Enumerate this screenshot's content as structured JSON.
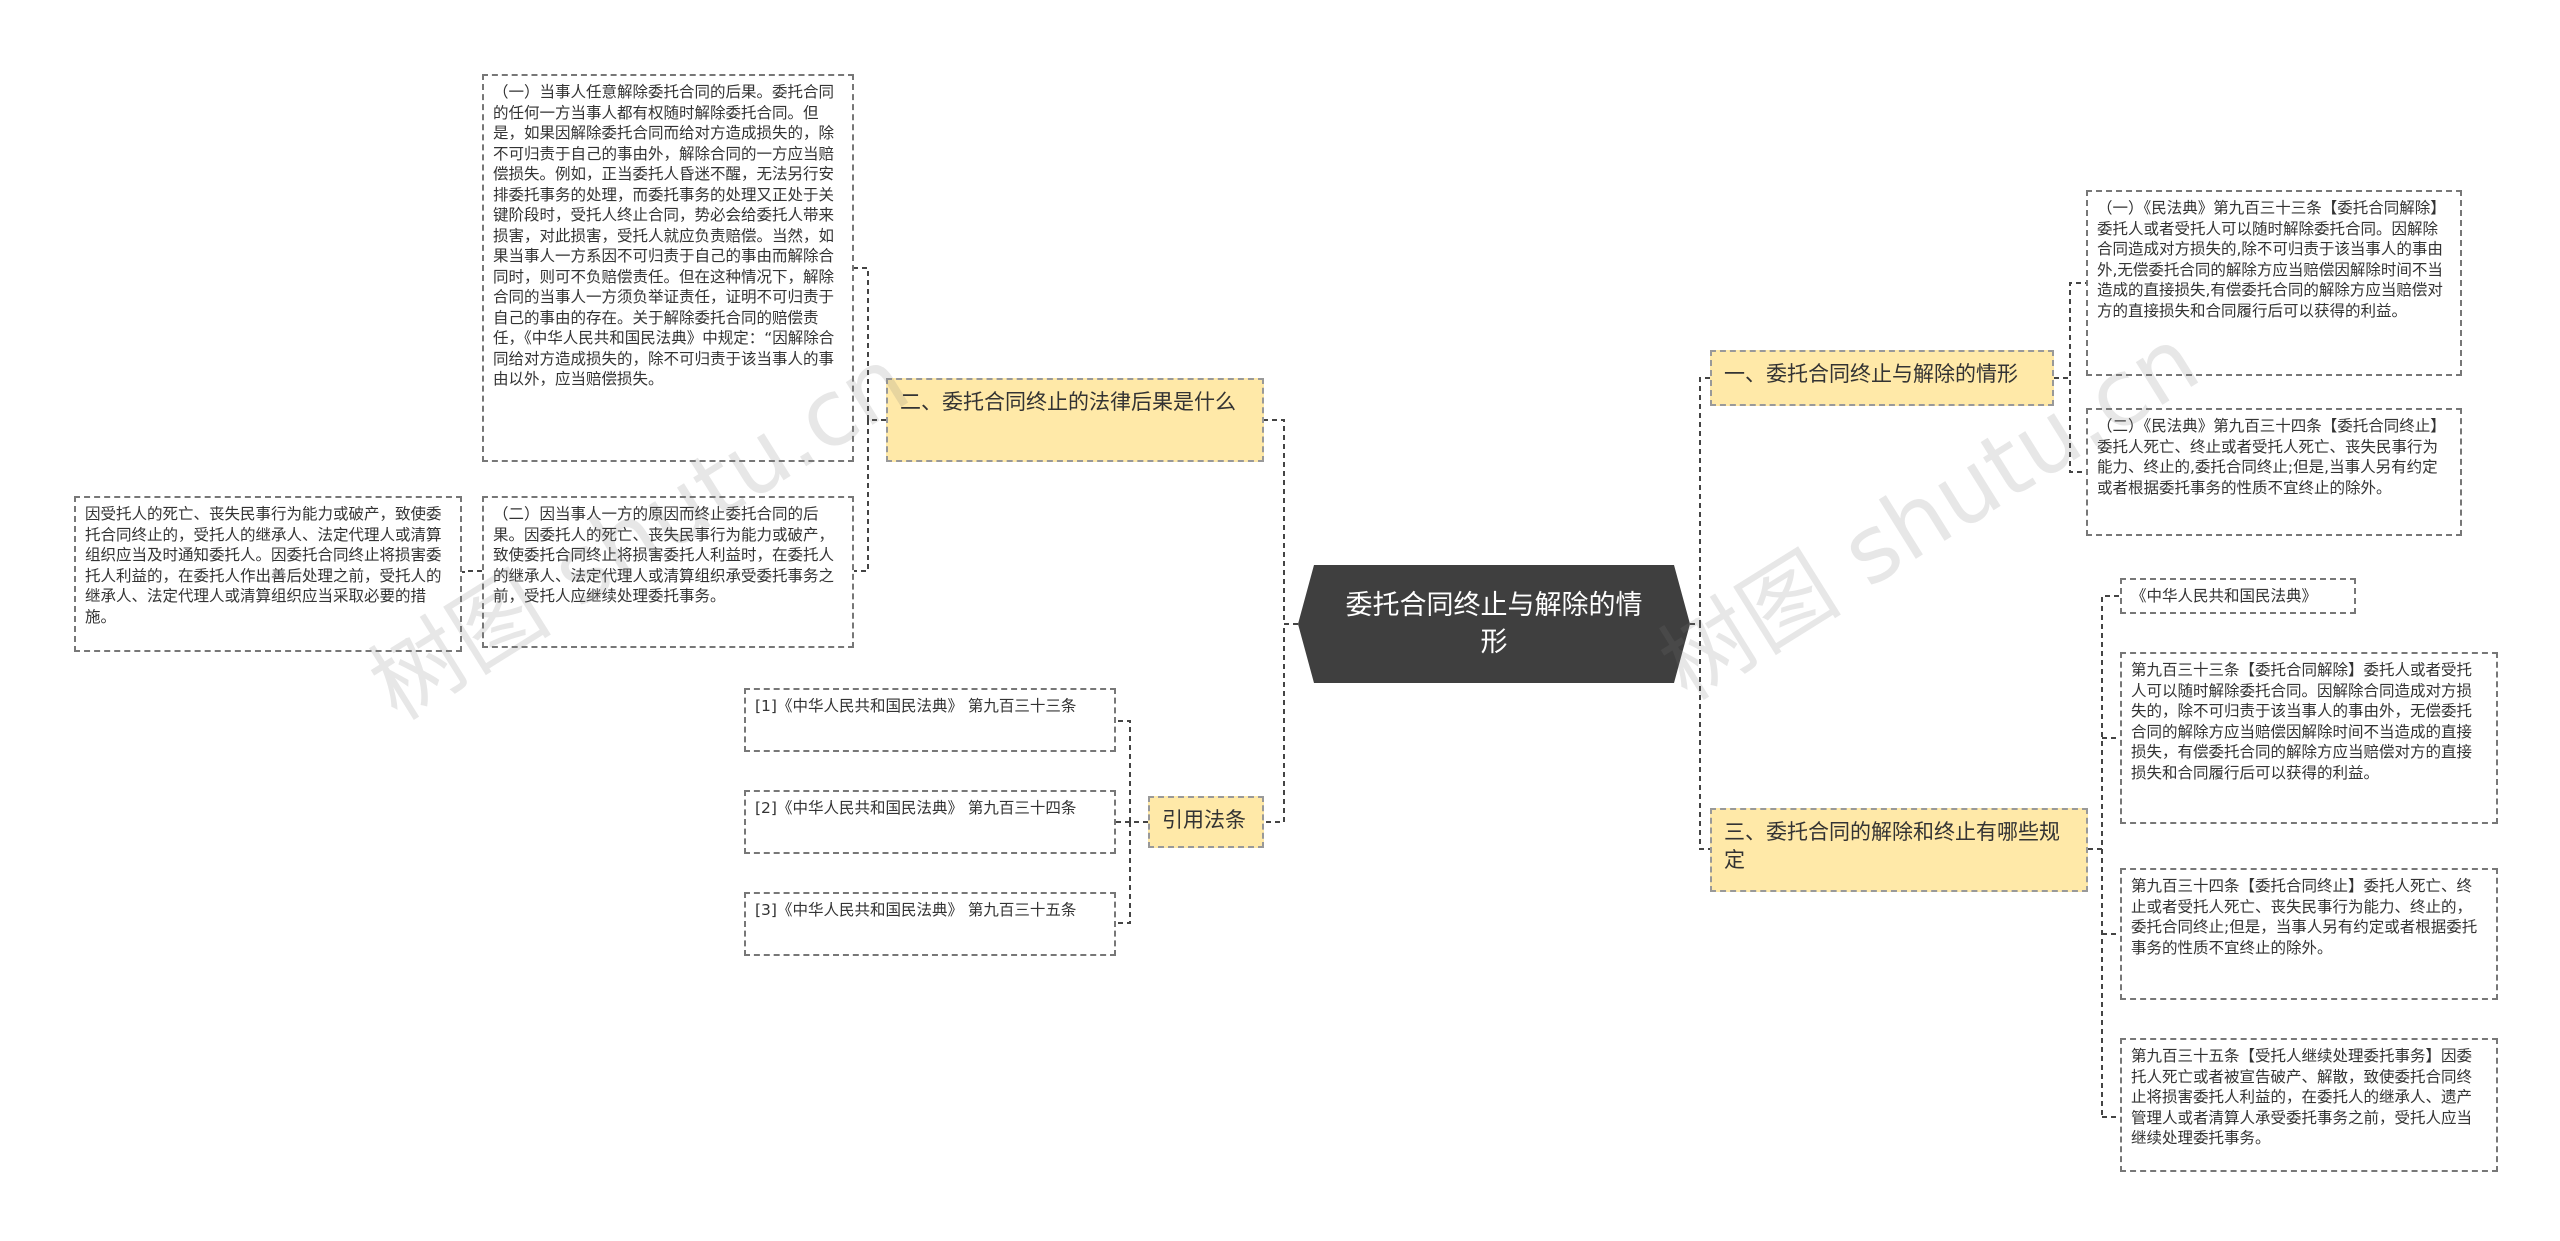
{
  "root": {
    "label": "委托合同终止与解除的情形"
  },
  "branches": {
    "b1": {
      "label": "一、委托合同终止与解除的情形",
      "children": [
        "（一）《民法典》第九百三十三条【委托合同解除】委托人或者受托人可以随时解除委托合同。因解除合同造成对方损失的,除不可归责于该当事人的事由外,无偿委托合同的解除方应当赔偿因解除时间不当造成的直接损失,有偿委托合同的解除方应当赔偿对方的直接损失和合同履行后可以获得的利益。",
        "（二）《民法典》第九百三十四条【委托合同终止】委托人死亡、终止或者受托人死亡、丧失民事行为能力、终止的,委托合同终止;但是,当事人另有约定或者根据委托事务的性质不宜终止的除外。"
      ]
    },
    "b2": {
      "label": "二、委托合同终止的法律后果是什么",
      "children": [
        "（一）当事人任意解除委托合同的后果。委托合同的任何一方当事人都有权随时解除委托合同。但是，如果因解除委托合同而给对方造成损失的，除不可归责于自己的事由外，解除合同的一方应当赔偿损失。例如，正当委托人昏迷不醒，无法另行安排委托事务的处理，而委托事务的处理又正处于关键阶段时，受托人终止合同，势必会给委托人带来损害，对此损害，受托人就应负责赔偿。当然，如果当事人一方系因不可归责于自己的事由而解除合同时，则可不负赔偿责任。但在这种情况下，解除合同的当事人一方须负举证责任，证明不可归责于自己的事由的存在。关于解除委托合同的赔偿责任，《中华人民共和国民法典》中规定：“因解除合同给对方造成损失的，除不可归责于该当事人的事由以外，应当赔偿损失。",
        "（二）因当事人一方的原因而终止委托合同的后果。因委托人的死亡、丧失民事行为能力或破产，致使委托合同终止将损害委托人利益时，在委托人的继承人、法定代理人或清算组织承受委托事务之前，受托人应继续处理委托事务。"
      ],
      "grandchild": "因受托人的死亡、丧失民事行为能力或破产，致使委托合同终止的，受托人的继承人、法定代理人或清算组织应当及时通知委托人。因委托合同终止将损害委托人利益的，在委托人作出善后处理之前，受托人的继承人、法定代理人或清算组织应当采取必要的措施。"
    },
    "b3": {
      "label": "三、委托合同的解除和终止有哪些规定",
      "children": [
        "《中华人民共和国民法典》",
        "第九百三十三条【委托合同解除】委托人或者受托人可以随时解除委托合同。因解除合同造成对方损失的，除不可归责于该当事人的事由外，无偿委托合同的解除方应当赔偿因解除时间不当造成的直接损失，有偿委托合同的解除方应当赔偿对方的直接损失和合同履行后可以获得的利益。",
        "第九百三十四条【委托合同终止】委托人死亡、终止或者受托人死亡、丧失民事行为能力、终止的，委托合同终止;但是，当事人另有约定或者根据委托事务的性质不宜终止的除外。",
        "第九百三十五条【受托人继续处理委托事务】因委托人死亡或者被宣告破产、解散，致使委托合同终止将损害委托人利益的，在委托人的继承人、遗产管理人或者清算人承受委托事务之前，受托人应当继续处理委托事务。"
      ]
    },
    "b4": {
      "label": "引用法条",
      "children": [
        "[1]《中华人民共和国民法典》 第九百三十三条",
        "[2]《中华人民共和国民法典》 第九百三十四条",
        "[3]《中华人民共和国民法典》 第九百三十五条"
      ]
    }
  },
  "watermarks": [
    "树图 shutu.cn",
    "树图 shutu.cn"
  ],
  "colors": {
    "root_fill": "#3f3f3f",
    "topic_fill": "#ffe9a8",
    "link": "#444444"
  }
}
